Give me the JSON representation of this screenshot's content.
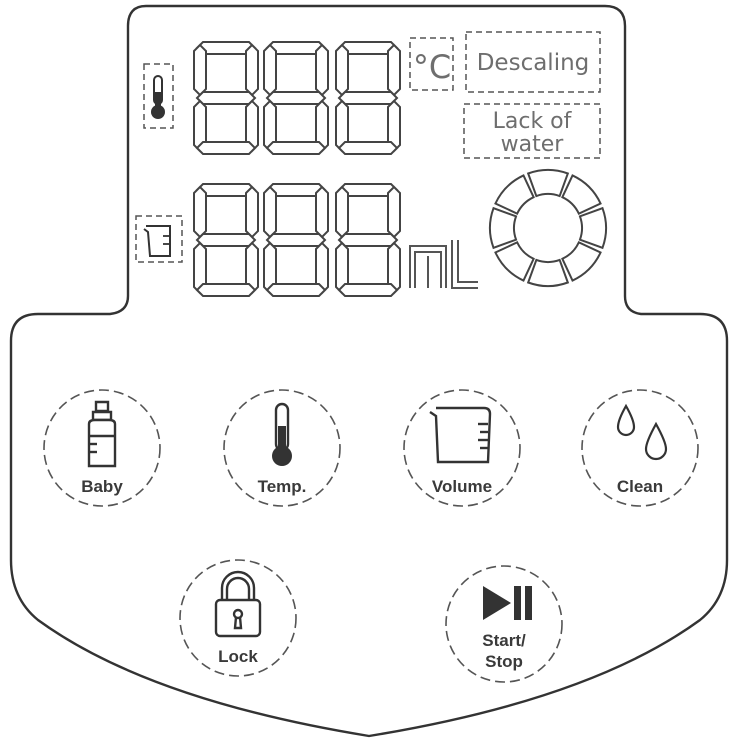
{
  "display": {
    "temperature_unit": "°C",
    "volume_unit": "mL",
    "descaling_label": "Descaling",
    "lack_of_water_line1": "Lack of",
    "lack_of_water_line2": "water",
    "digit_groups": [
      "temperature-digits",
      "volume-digits"
    ],
    "progress_ring_segments": 8
  },
  "buttons": {
    "baby": {
      "label": "Baby",
      "icon": "baby-bottle-icon"
    },
    "temp": {
      "label": "Temp.",
      "icon": "thermometer-icon"
    },
    "volume": {
      "label": "Volume",
      "icon": "measuring-cup-icon"
    },
    "clean": {
      "label": "Clean",
      "icon": "water-drops-icon"
    },
    "lock": {
      "label": "Lock",
      "icon": "padlock-icon"
    },
    "start_stop": {
      "label_line1": "Start/",
      "label_line2": "Stop",
      "icon": "play-pause-icon"
    }
  },
  "colors": {
    "outline": "#333333",
    "segment": "#444444",
    "dashed": "#555555"
  }
}
